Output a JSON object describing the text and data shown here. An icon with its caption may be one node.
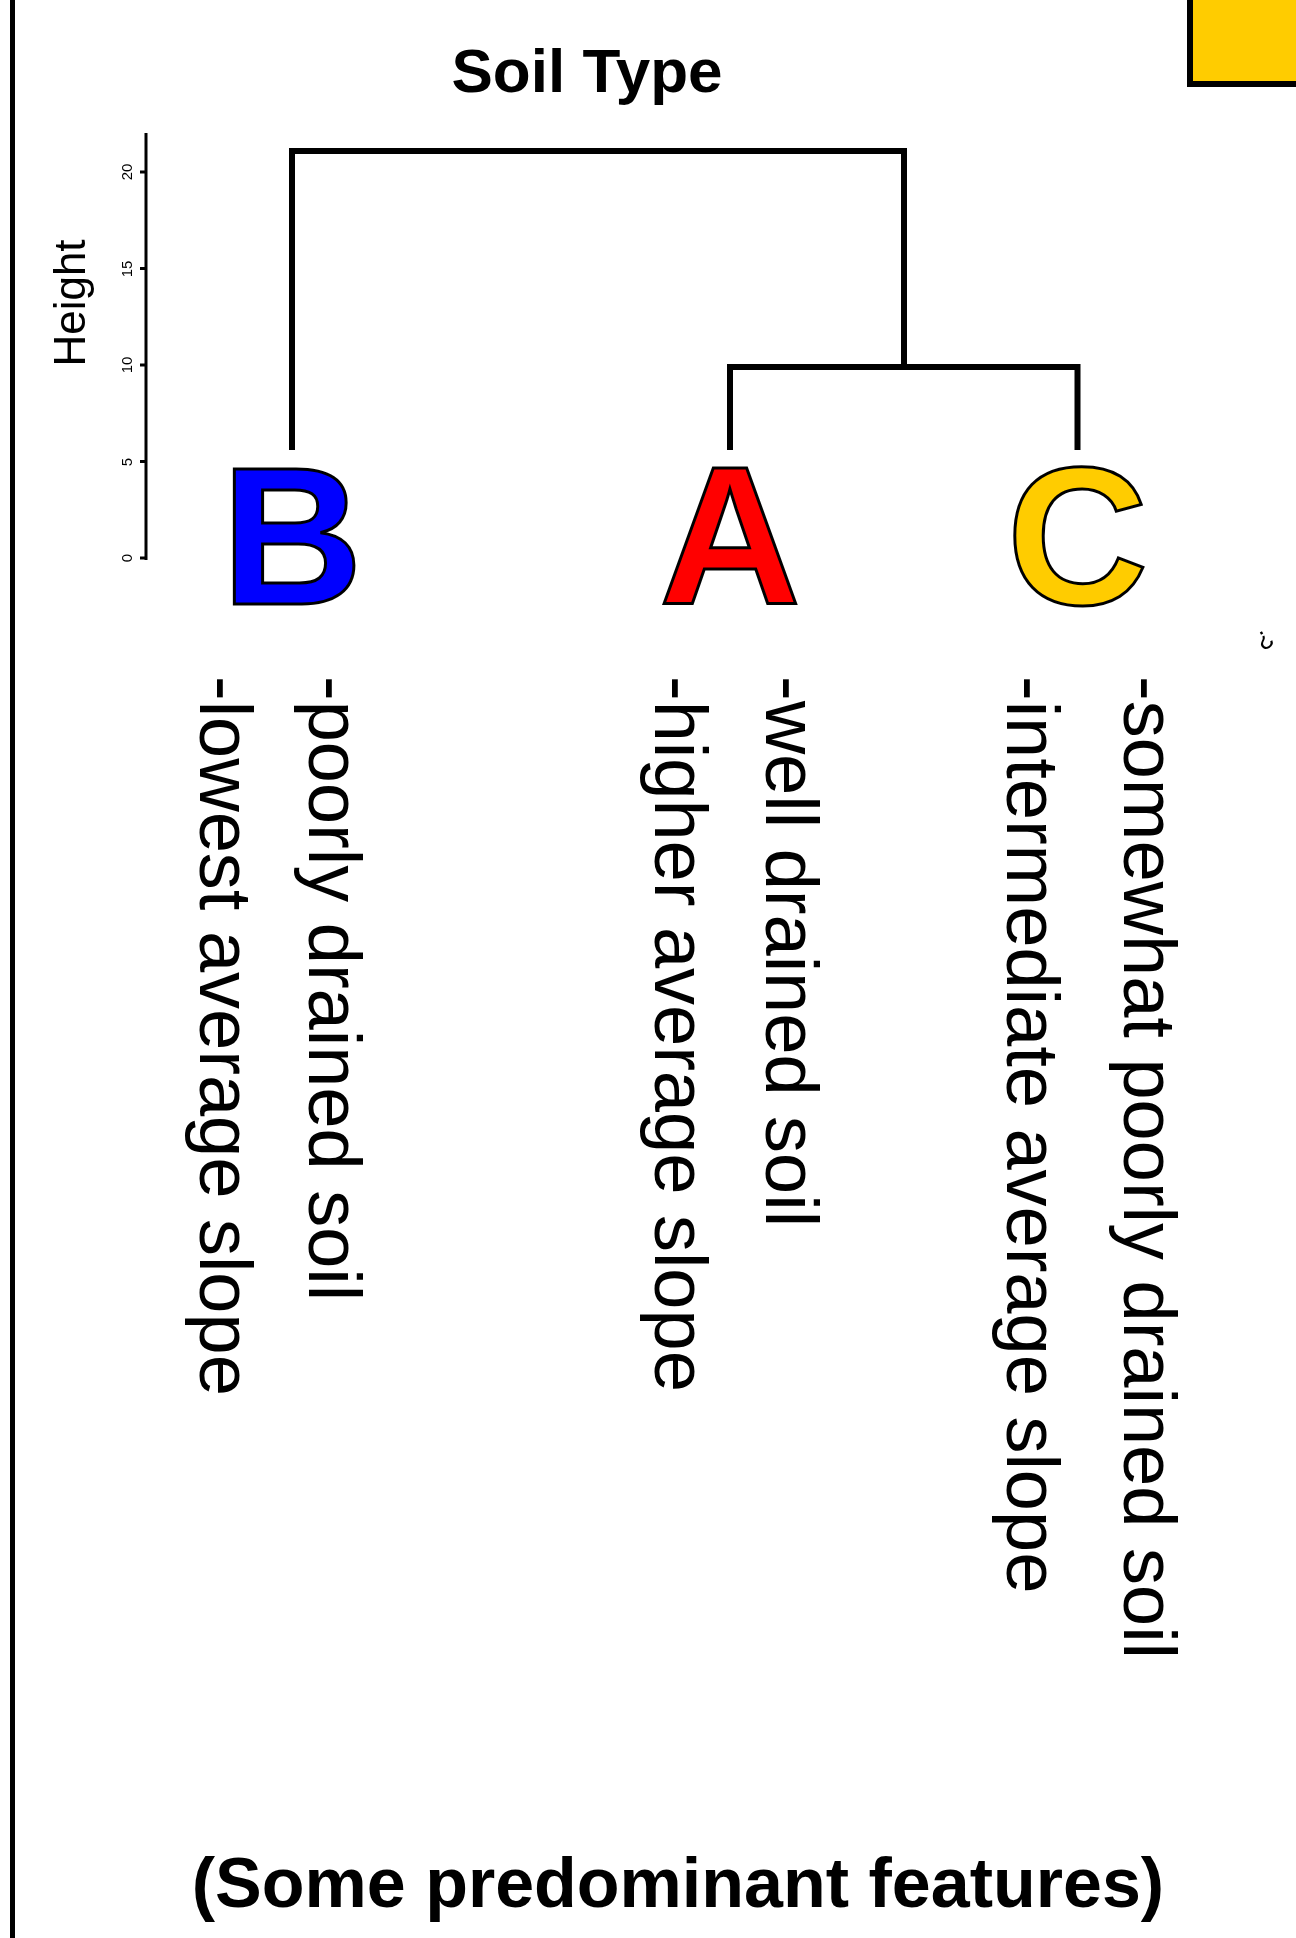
{
  "diagram": {
    "title": "Soil Type",
    "caption": "(Some predominant features)",
    "nodes": [
      {
        "text": [
          "B"
        ],
        "beside": [
          "-poorly drained soil",
          "-lowest average slope"
        ]
      },
      {
        "text": [
          "A"
        ],
        "beside": [
          "-well drained soil",
          "-higher average slope"
        ]
      },
      {
        "text": [
          "C"
        ],
        "beside": [
          "-somewhat poorly drained soil",
          "-intermediate average slope"
        ]
      }
    ],
    "edges": [
      {
        "from": 1,
        "to": 2,
        "arrow": "none"
      },
      {
        "from": 0,
        "to": 1,
        "arrow": "none"
      }
    ],
    "labels": [
      "Height",
      "0",
      "5",
      "10",
      "15",
      "20",
      "?"
    ]
  }
}
